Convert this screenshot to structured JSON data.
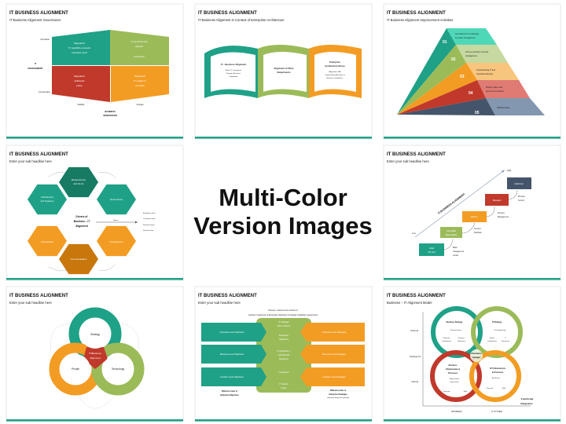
{
  "center": {
    "line1": "Multi-Color",
    "line2": "Version Images"
  },
  "colors": {
    "teal": "#1fa187",
    "green": "#9bbb59",
    "red": "#c0392b",
    "orange": "#f39c23",
    "navy": "#44546a",
    "dark_orange": "#c8770c"
  },
  "slides": [
    {
      "title": "IT BUSINESS ALIGNMENT",
      "subtitle": "IT-Business Alignment Governance",
      "quadrants": [
        [
          "Stagnation",
          "IT capability exceeds",
          "business need"
        ],
        [
          "IT and business",
          "aligned",
          "",
          "Innovation"
        ],
        [
          "Stagnation",
          "deliberate",
          "policy"
        ],
        [
          "Stagnation",
          "IT unable to",
          "innovate"
        ]
      ],
      "y_top": "Innovative",
      "y_axis": [
        "IT",
        "MANAGEMENT"
      ],
      "y_bottom": "Conservative",
      "x_left": "Stability",
      "x_right": "Change",
      "x_axis": [
        "BUSINESS",
        "ORIENTATION"
      ]
    },
    {
      "title": "IT BUSINESS ALIGNMENT",
      "subtitle": "IT-Business Alignment in Context of Enterprise Architecture",
      "banners": [
        {
          "head": "IT – Business Alignment",
          "body": [
            "Better IT Leverage to",
            "Stronger Business",
            "Capabilities"
          ]
        },
        {
          "head": "Alignment of Other",
          "head2": "Departments",
          "body": []
        },
        {
          "head": "Enterprise",
          "head2": "Architecture Drives",
          "body": [
            "Alignment of All",
            "Organizational Activities to",
            "Business Capabilities."
          ]
        }
      ]
    },
    {
      "title": "IT BUSINESS ALIGNMENT",
      "subtitle": "IT Business Alignment Improvement Activities",
      "levels": [
        {
          "num": "01",
          "text": [
            "Commitment to IT planning",
            "by senior management."
          ]
        },
        {
          "num": "02",
          "text": [
            "CIO is a member of senior",
            "management."
          ]
        },
        {
          "num": "03",
          "text": [
            "Understanding IT and",
            "corporate planning."
          ]
        },
        {
          "num": "04",
          "text": [
            "Shared culture and",
            "good communication."
          ]
        },
        {
          "num": "05",
          "text": [
            "Multilevel links."
          ]
        }
      ]
    },
    {
      "title": "IT BUSINESS ALIGNMENT",
      "subtitle": "Enter your sub headline here",
      "hexagons": [
        [
          "Measurement",
          "and SLA's"
        ],
        [
          "Architecture",
          "and Systems"
        ],
        [
          "Governance"
        ],
        [
          "Partnership"
        ],
        [
          "Competence"
        ],
        [
          "Communication"
        ]
      ],
      "center": [
        "Drivers of",
        "Business – IT",
        "Alignment"
      ],
      "impact": "Impact",
      "values": [
        "Employee value",
        "Customer value",
        "Financial value",
        "Societal value"
      ]
    },
    {
      "title": "IT BUSINESS ALIGNMENT",
      "subtitle": "Enter your sub headline here",
      "axis_label": "IT-BUSINESS ALIGNMENT",
      "high": "High",
      "low": "Low",
      "steps": [
        [
          "Initial",
          "(Ad hoc)"
        ],
        [
          "Committed",
          "(Repeatable)"
        ],
        [
          "Defined"
        ],
        [
          "Managed"
        ],
        [
          "Optimized"
        ]
      ],
      "transitions": [
        [
          "Basic",
          "management",
          "control"
        ],
        [
          "Process",
          "Definition"
        ],
        [
          "Process",
          "Management"
        ],
        [
          "Process",
          "Control"
        ]
      ]
    },
    {
      "title": "IT BUSINESS ALIGNMENT",
      "subtitle": "Enter your sub headline here",
      "circles": [
        "Strategy",
        "People",
        "Technology"
      ],
      "center": [
        "IT/Business",
        "Alignment"
      ]
    },
    {
      "title": "IT BUSINESS ALIGNMENT",
      "subtitle": "Enter your sub headline here",
      "heading": [
        "Process, contents and contexts of",
        "Linking IT objectives to Enterprise objectives & strategic capability requirements"
      ],
      "left": [
        "Corporate Level Objectives",
        "Business Level Objectives",
        "Function Level Objectives"
      ],
      "right": [
        "Corporate Level Strategies",
        "Business Level Strategies",
        "Function Level Strategies"
      ],
      "middle": [
        "IT Strategic",
        "Plan Contents",
        "Enterprise",
        "Objectives",
        "IT Objectives +",
        "Cost-Benefit",
        "Measures",
        "IT Systems",
        "IT Service",
        "levels"
      ],
      "left_caption": [
        "Different Levels of",
        "Enterprise Objectives"
      ],
      "right_caption": [
        "Different Levels of",
        "Enterprise Strategies",
        "(after proper linking across grouping)"
      ]
    },
    {
      "title": "IT BUSINESS ALIGNMENT",
      "subtitle": "Business – IT Alignment Model",
      "rings": [
        {
          "head": [
            "Business Strategy"
          ],
          "items": [
            "Business Scope",
            "Distinctive",
            "Competencies",
            "Business",
            "Governance"
          ]
        },
        {
          "head": [
            "IT Strategy"
          ],
          "items": [
            "Technology Scope",
            "System",
            "Competencies",
            "IT",
            "Governance"
          ]
        },
        {
          "head": [
            "Business",
            "Infrastructure &",
            "Processes"
          ],
          "items": [
            "Administrative",
            "Infrastructure",
            "Processes",
            "Skills"
          ]
        },
        {
          "head": [
            "ICT Infrastructure",
            "& Processes"
          ],
          "items": [
            "Architecture",
            "Processes",
            "Skills"
          ]
        }
      ],
      "center": [
        "Automation",
        "Linkages"
      ],
      "y_labels": [
        "External",
        "Strategic Fit",
        "Internal"
      ],
      "x_labels": [
        "BUSINESS",
        "IT SYSTEM"
      ],
      "corner": [
        "Functional",
        "Integration"
      ]
    }
  ]
}
